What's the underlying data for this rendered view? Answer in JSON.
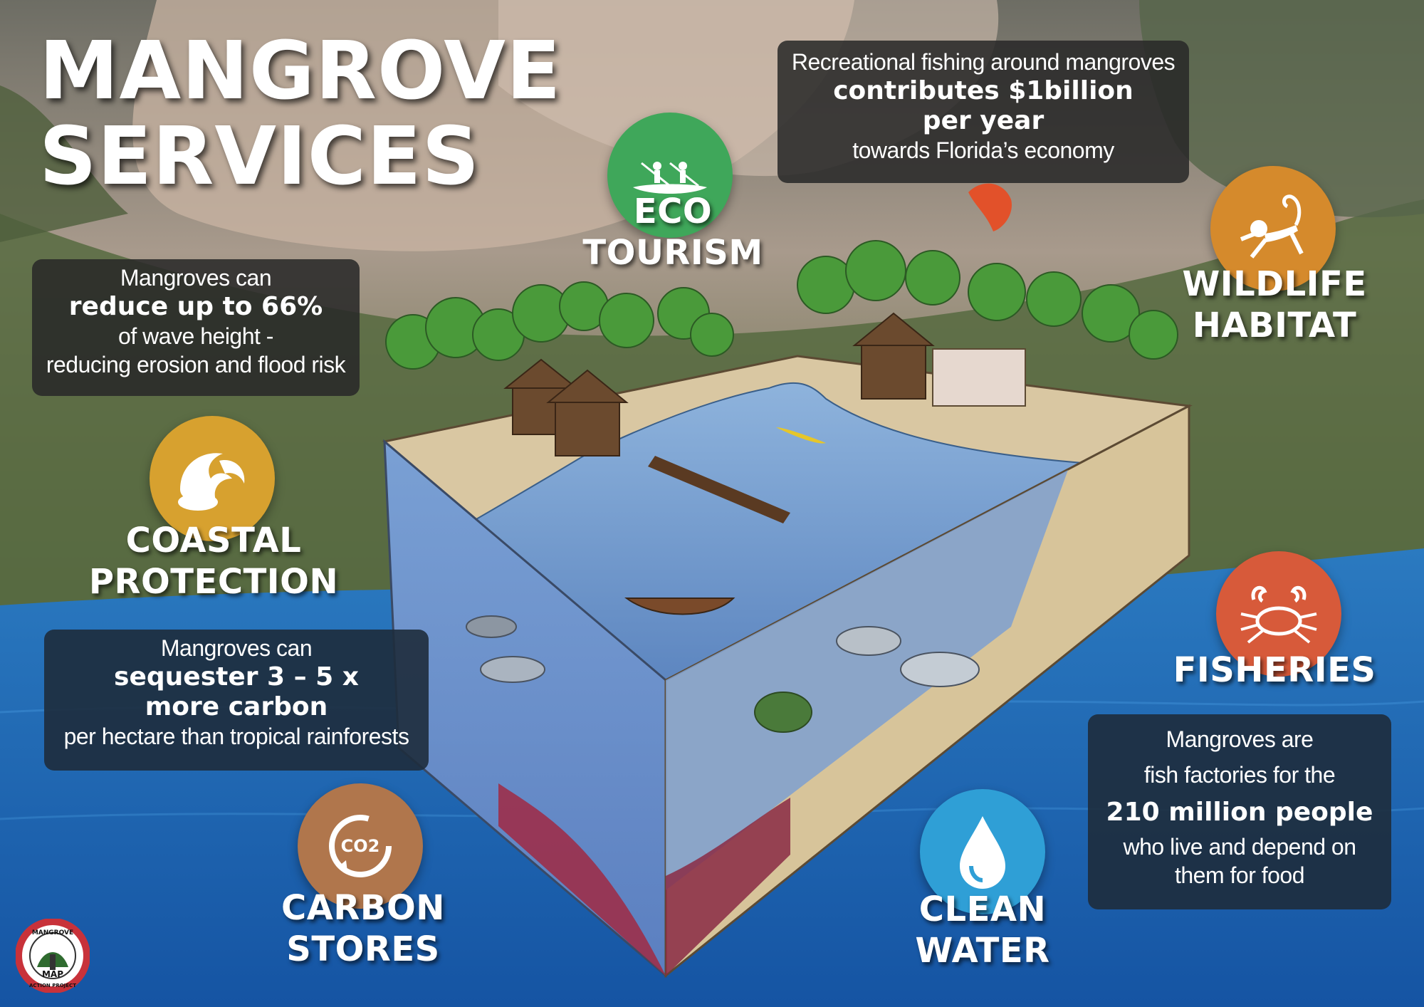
{
  "title": {
    "line1": "MANGROVE",
    "line2": "SERVICES"
  },
  "colors": {
    "eco": "#3fa75a",
    "wildlife": "#d58a2c",
    "coastal": "#d7a12f",
    "fisheries": "#d75a3a",
    "carbon": "#b0764c",
    "water": "#2f9fd6",
    "infobox": "#2b2b2b"
  },
  "eco_tourism": {
    "line1": "ECO",
    "line2": "TOURISM",
    "icon": "kayak-icon"
  },
  "wildlife_habitat": {
    "line1": "WILDLIFE",
    "line2": "HABITAT",
    "icon": "monkey-icon"
  },
  "coastal_protection": {
    "line1": "COASTAL",
    "line2": "PROTECTION",
    "icon": "wave-icon"
  },
  "fisheries": {
    "line1": "FISHERIES",
    "icon": "crab-icon"
  },
  "carbon_stores": {
    "line1": "CARBON",
    "line2": "STORES",
    "icon": "co2-icon",
    "icon_text": "CO2"
  },
  "clean_water": {
    "line1": "CLEAN",
    "line2": "WATER",
    "icon": "water-drop-icon"
  },
  "fishing_box": {
    "line1": "Recreational fishing around mangroves",
    "line2": "contributes $1billion",
    "line3": "per year",
    "line4": "towards Florida’s economy"
  },
  "wave_box": {
    "line1": "Mangroves can",
    "line2": "reduce up to 66%",
    "line3": "of wave height -",
    "line4": "reducing erosion and flood risk"
  },
  "carbon_box": {
    "line1": "Mangroves can",
    "line2": "sequester 3 – 5 x",
    "line3": "more carbon",
    "line4": "per hectare than tropical rainforests"
  },
  "fish_box": {
    "line1": "Mangroves are",
    "line2": "fish factories for the",
    "line3": "210 million people",
    "line4": "who live and depend on",
    "line5": "them for food"
  },
  "logo": {
    "top": "MANGROVE",
    "middle": "MAP",
    "bottom": "ACTION PROJECT"
  }
}
